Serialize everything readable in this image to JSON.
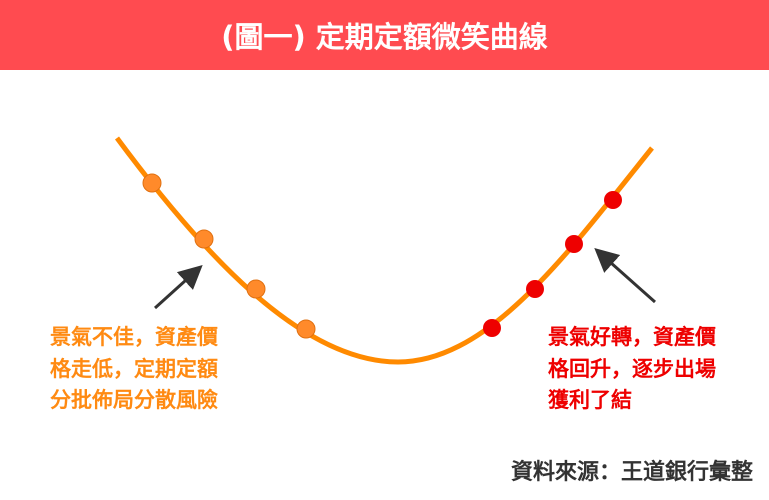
{
  "title": "(圖一) 定期定額微笑曲線",
  "left_note": {
    "lines": [
      "景氣不佳，資產價",
      "格走低，定期定額",
      "分批佈局分散風險"
    ]
  },
  "right_note": {
    "lines": [
      "景氣好轉，資產價",
      "格回升，逐步出場",
      "獲利了結"
    ]
  },
  "source": "資料來源：王道銀行彙整",
  "colors": {
    "header": "#ff4b50",
    "curve": "#ff8a00",
    "buy_dot": "#ff8a2a",
    "sell_dot": "#ee0000",
    "arrow": "#333333"
  }
}
